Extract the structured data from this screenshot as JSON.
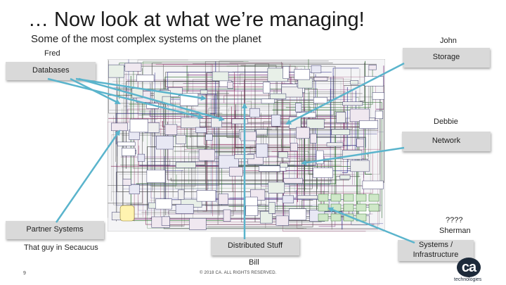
{
  "slide": {
    "title": "… Now look at what we’re managing!",
    "subtitle": "Some of the most complex systems on the planet",
    "labels": {
      "fred": "Fred",
      "john": "John",
      "storage": "Storage",
      "databases": "Databases",
      "debbie": "Debbie",
      "network": "Network",
      "unknown": "????",
      "sherman": "Sherman",
      "partner_systems": "Partner Systems",
      "secaucus": "That guy in Secaucus",
      "distributed": "Distributed Stuff",
      "bill": "Bill",
      "systems_infra": "Systems / Infrastructure"
    },
    "footer": {
      "page_number": "9",
      "copyright": "© 2018 CA. ALL RIGHTS RESERVED."
    },
    "logo": {
      "mark": "ca",
      "wordmark": "technologies"
    },
    "colors": {
      "callout_box": "#d9d9d9",
      "arrow": "#5ab4cc",
      "logo": "#1d2a3a"
    }
  }
}
